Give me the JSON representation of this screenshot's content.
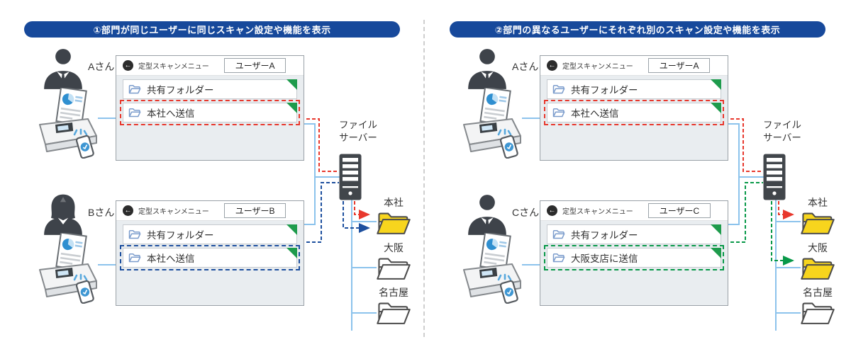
{
  "icons": {
    "back": "←"
  },
  "colors": {
    "header_bg": "#17499b",
    "highlight_red": "#e8382d",
    "highlight_blue": "#1d4f9e",
    "highlight_green": "#089848",
    "network_line": "#8cc3ec",
    "folder_yellow": "#f7d51d",
    "row_corner_green": "#1e9b4c"
  },
  "panels": [
    {
      "title": "①部門が同じユーザーに同じスキャン設定や機能を表示",
      "users": [
        {
          "name": "Aさん",
          "persona": "male",
          "screen": {
            "menu_title": "定型スキャンメニュー",
            "user_badge": "ユーザーA",
            "rows": [
              {
                "label": "共有フォルダー",
                "highlight": null
              },
              {
                "label": "本社へ送信",
                "highlight": "red"
              }
            ]
          }
        },
        {
          "name": "Bさん",
          "persona": "female",
          "screen": {
            "menu_title": "定型スキャンメニュー",
            "user_badge": "ユーザーB",
            "rows": [
              {
                "label": "共有フォルダー",
                "highlight": null
              },
              {
                "label": "本社へ送信",
                "highlight": "blue"
              }
            ]
          }
        }
      ],
      "server_label": "ファイル\nサーバー",
      "folders": [
        {
          "label": "本社",
          "filled": true
        },
        {
          "label": "大阪",
          "filled": false
        },
        {
          "label": "名古屋",
          "filled": false
        }
      ]
    },
    {
      "title": "②部門の異なるユーザーにそれぞれ別のスキャン設定や機能を表示",
      "users": [
        {
          "name": "Aさん",
          "persona": "male",
          "screen": {
            "menu_title": "定型スキャンメニュー",
            "user_badge": "ユーザーA",
            "rows": [
              {
                "label": "共有フォルダー",
                "highlight": null
              },
              {
                "label": "本社へ送信",
                "highlight": "red"
              }
            ]
          }
        },
        {
          "name": "Cさん",
          "persona": "male",
          "screen": {
            "menu_title": "定型スキャンメニュー",
            "user_badge": "ユーザーC",
            "rows": [
              {
                "label": "共有フォルダー",
                "highlight": null
              },
              {
                "label": "大阪支店に送信",
                "highlight": "green"
              }
            ]
          }
        }
      ],
      "server_label": "ファイル\nサーバー",
      "folders": [
        {
          "label": "本社",
          "filled": true
        },
        {
          "label": "大阪",
          "filled": true
        },
        {
          "label": "名古屋",
          "filled": false
        }
      ]
    }
  ]
}
